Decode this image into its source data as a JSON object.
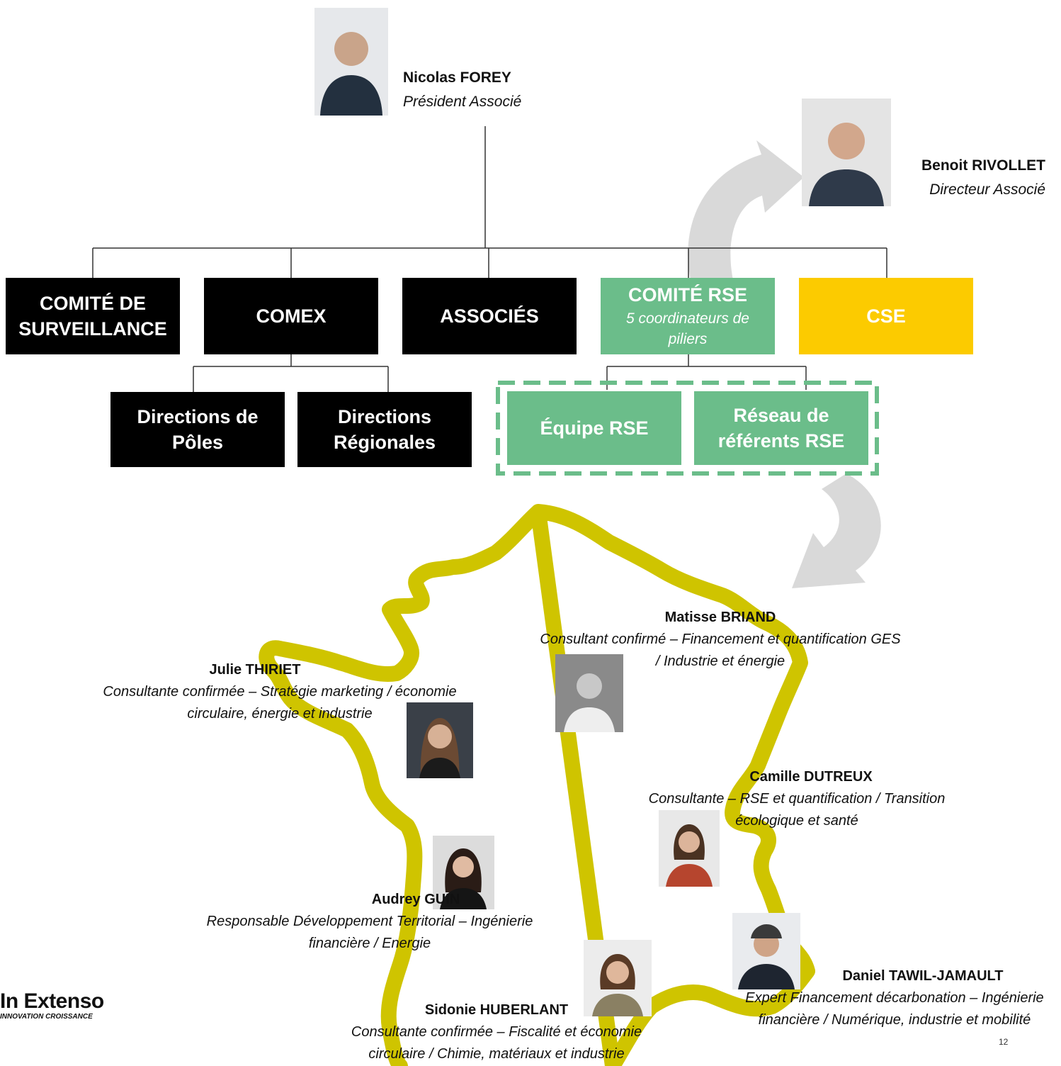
{
  "president": {
    "name": "Nicolas FOREY",
    "role": "Président Associé"
  },
  "director": {
    "name": "Benoit RIVOLLET",
    "role": "Directeur Associé"
  },
  "org": {
    "comite_surveillance": "COMITÉ DE SURVEILLANCE",
    "comex": "COMEX",
    "associes": "ASSOCIÉS",
    "comite_rse": {
      "title": "COMITÉ RSE",
      "subtitle": "5 coordinateurs de piliers"
    },
    "cse": "CSE",
    "directions_poles": "Directions de Pôles",
    "directions_regionales": "Directions Régionales",
    "equipe_rse": "Équipe RSE",
    "reseau_referents": "Réseau de référents RSE"
  },
  "people": {
    "julie": {
      "name": "Julie THIRIET",
      "role": "Consultante confirmée – Stratégie marketing / économie circulaire, énergie et industrie"
    },
    "matisse": {
      "name": "Matisse BRIAND",
      "role": "Consultant confirmé – Financement et quantification GES / Industrie et énergie"
    },
    "camille": {
      "name": "Camille DUTREUX",
      "role": "Consultante – RSE et quantification / Transition écologique et santé"
    },
    "audrey": {
      "name": "Audrey GUIN",
      "role": "Responsable Développement Territorial – Ingénierie financière / Energie"
    },
    "sidonie": {
      "name": "Sidonie HUBERLANT",
      "role": "Consultante confirmée – Fiscalité et économie circulaire / Chimie, matériaux et industrie"
    },
    "daniel": {
      "name": "Daniel TAWIL-JAMAULT",
      "role": "Expert Financement décarbonation – Ingénierie financière / Numérique, industrie et mobilité"
    }
  },
  "logo": {
    "brand": "In Extenso",
    "tagline": "INNOVATION CROISSANCE"
  },
  "page_number": "12",
  "colors": {
    "black": "#000000",
    "green": "#6bbd8a",
    "yellow": "#fccb00",
    "map_outline": "#cfc400",
    "arrow": "#d9d9d9"
  }
}
